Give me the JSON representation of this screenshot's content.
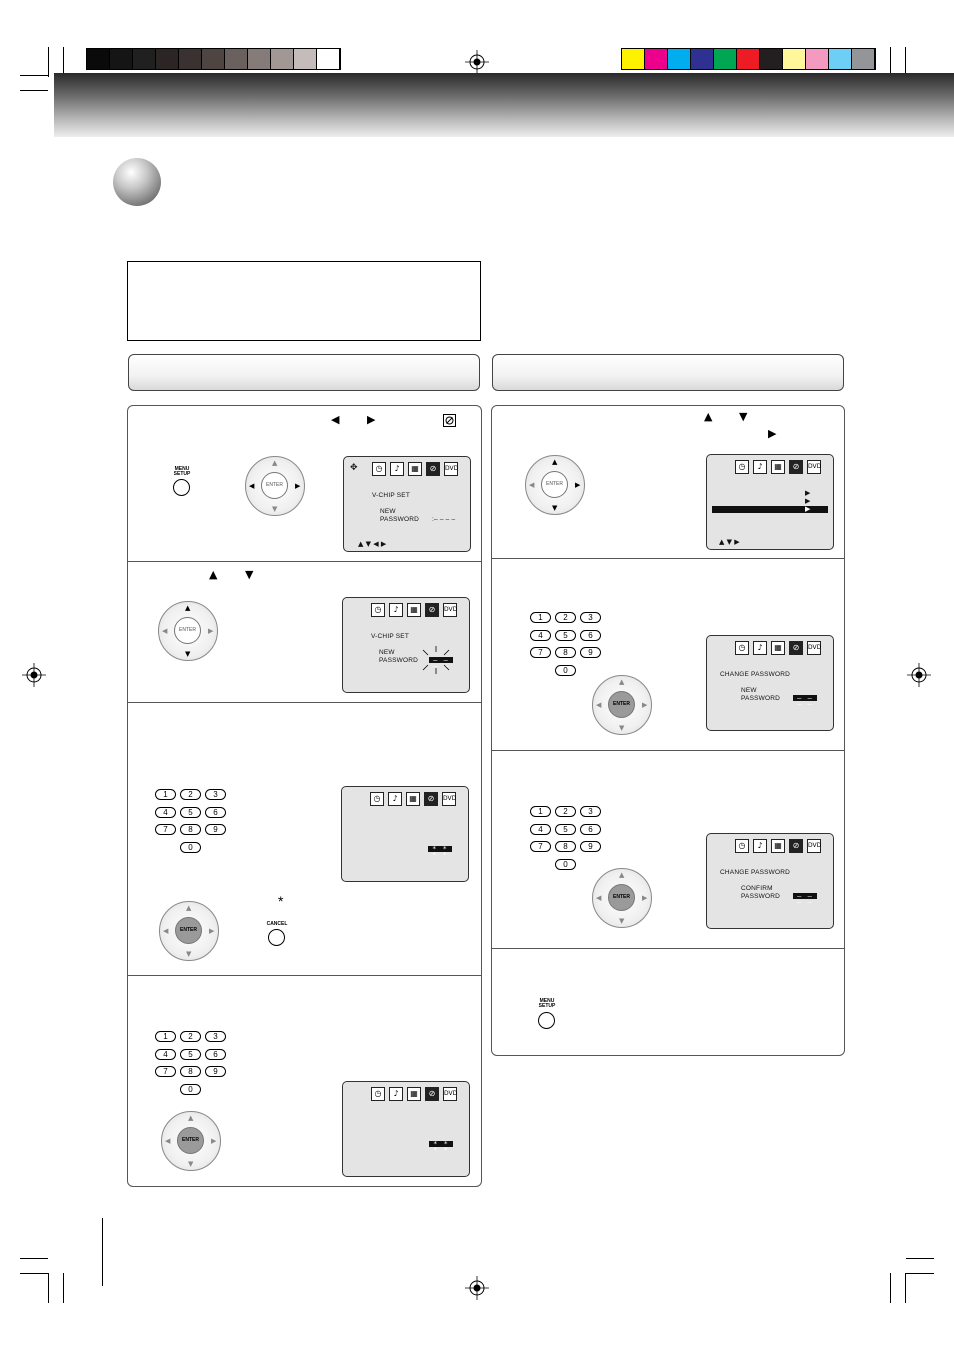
{
  "color_bar": {
    "gray_swatches": [
      "#0a0a0a",
      "#151515",
      "#202020",
      "#2b2623",
      "#3a3230",
      "#4e4543",
      "#6a605e",
      "#857b79",
      "#a19896",
      "#c4bcba",
      "#ffffff"
    ],
    "color_swatches": [
      "#fff200",
      "#ec008c",
      "#00aeef",
      "#2e3192",
      "#00a651",
      "#ed1c24",
      "#231f20",
      "#fff799",
      "#f49ac1",
      "#6dcff6",
      "#939598"
    ]
  },
  "icons": {
    "clock": "clock-icon",
    "audio": "audio-icon",
    "grid": "grid-icon",
    "lock": "lock-icon",
    "dvd": "DVD"
  },
  "buttons": {
    "menu_setup": "MENU SETUP",
    "enter": "ENTER",
    "cancel": "CANCEL"
  },
  "keypad": [
    "1",
    "2",
    "3",
    "4",
    "5",
    "6",
    "7",
    "8",
    "9",
    "0"
  ],
  "asterisk": "*",
  "screens": {
    "left1": {
      "title": "V-CHIP  SET",
      "line1": "NEW",
      "line2": "PASSWORD",
      "value": ":– – – –",
      "nav": "▲ ▼ ◀ ▶"
    },
    "left2": {
      "title": "V-CHIP  SET",
      "line1": "NEW",
      "line2": "PASSWORD",
      "value": "– – – –"
    },
    "left3": {
      "value": "* * * *"
    },
    "left4": {
      "value": "* * * *"
    },
    "right1": {
      "nav": "▲ ▼ ▶"
    },
    "right2": {
      "title": "CHANGE  PASSWORD",
      "line1": "NEW",
      "line2": "PASSWORD",
      "value": "– – – –"
    },
    "right3": {
      "title": "CHANGE  PASSWORD",
      "line1": "CONFIRM",
      "line2": "PASSWORD",
      "value": "– – – –"
    }
  }
}
